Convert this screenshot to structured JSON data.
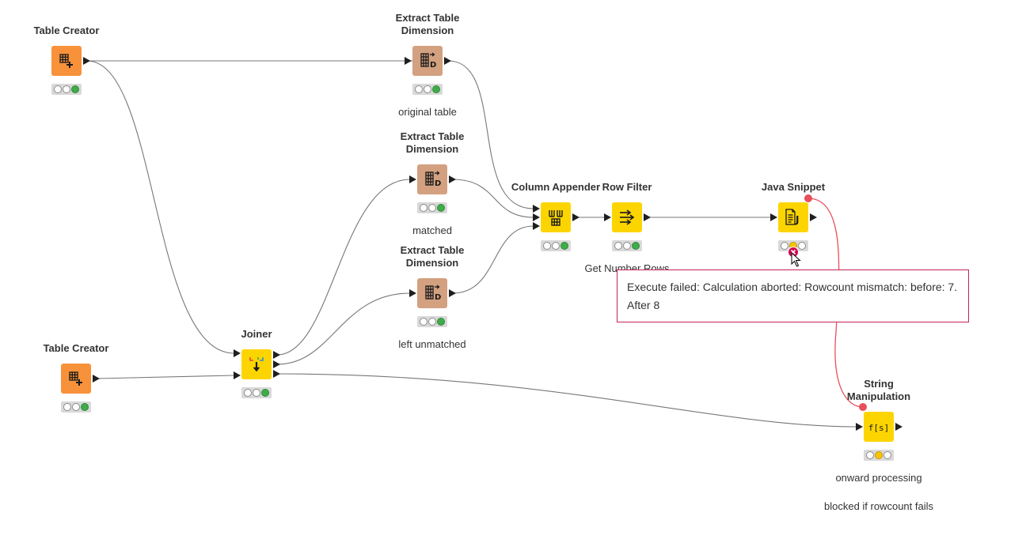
{
  "nodes": [
    {
      "id": "table-creator-1",
      "title": "Table Creator",
      "kind": "table-creator",
      "color": "#f7923a",
      "status": "executed",
      "annotation": ""
    },
    {
      "id": "table-creator-2",
      "title": "Table Creator",
      "kind": "table-creator",
      "color": "#f7923a",
      "status": "executed",
      "annotation": ""
    },
    {
      "id": "extract-table-dimension-1",
      "title": "Extract Table\nDimension",
      "kind": "extract-dimension",
      "color": "#d3a180",
      "status": "executed",
      "annotation": "original table"
    },
    {
      "id": "extract-table-dimension-2",
      "title": "Extract Table\nDimension",
      "kind": "extract-dimension",
      "color": "#d3a180",
      "status": "executed",
      "annotation": "matched"
    },
    {
      "id": "extract-table-dimension-3",
      "title": "Extract Table\nDimension",
      "kind": "extract-dimension",
      "color": "#d3a180",
      "status": "executed",
      "annotation": "left unmatched"
    },
    {
      "id": "joiner",
      "title": "Joiner",
      "kind": "joiner",
      "color": "#fcd500",
      "status": "executed",
      "annotation": ""
    },
    {
      "id": "column-appender",
      "title": "Column Appender",
      "kind": "column-appender",
      "color": "#fcd500",
      "status": "executed",
      "annotation": ""
    },
    {
      "id": "row-filter",
      "title": "Row Filter",
      "kind": "row-filter",
      "color": "#fcd500",
      "status": "executed",
      "annotation": "Get Number Rows"
    },
    {
      "id": "java-snippet",
      "title": "Java Snippet",
      "kind": "java-snippet",
      "color": "#fcd500",
      "status": "error",
      "annotation": ""
    },
    {
      "id": "string-manipulation",
      "title": "String\nManipulation",
      "kind": "string-manipulation",
      "color": "#fcd500",
      "status": "configured",
      "annotation": "onward processing\n\nblocked if rowcount fails"
    }
  ],
  "connections": [
    {
      "from": "table-creator-1",
      "to": "extract-table-dimension-1",
      "type": "data"
    },
    {
      "from": "table-creator-1",
      "to": "joiner",
      "type": "data"
    },
    {
      "from": "table-creator-2",
      "to": "joiner",
      "type": "data"
    },
    {
      "from": "joiner",
      "to": "extract-table-dimension-2",
      "type": "data"
    },
    {
      "from": "joiner",
      "to": "extract-table-dimension-3",
      "type": "data"
    },
    {
      "from": "joiner",
      "to": "string-manipulation",
      "type": "data"
    },
    {
      "from": "extract-table-dimension-1",
      "to": "column-appender",
      "type": "data"
    },
    {
      "from": "extract-table-dimension-2",
      "to": "column-appender",
      "type": "data"
    },
    {
      "from": "extract-table-dimension-3",
      "to": "column-appender",
      "type": "data"
    },
    {
      "from": "column-appender",
      "to": "row-filter",
      "type": "data"
    },
    {
      "from": "row-filter",
      "to": "java-snippet",
      "type": "data"
    },
    {
      "from": "java-snippet",
      "to": "string-manipulation",
      "type": "flow-variable"
    }
  ],
  "tooltip": {
    "text": "Execute failed: Calculation aborted: Rowcount mismatch: before: 7. After 8",
    "border_color": "#c42358"
  },
  "colors": {
    "connection": "#777777",
    "flow_variable": "#e8505b",
    "error": "#d4004c",
    "status_green": "#3fac4a",
    "status_yellow": "#f8c400"
  }
}
